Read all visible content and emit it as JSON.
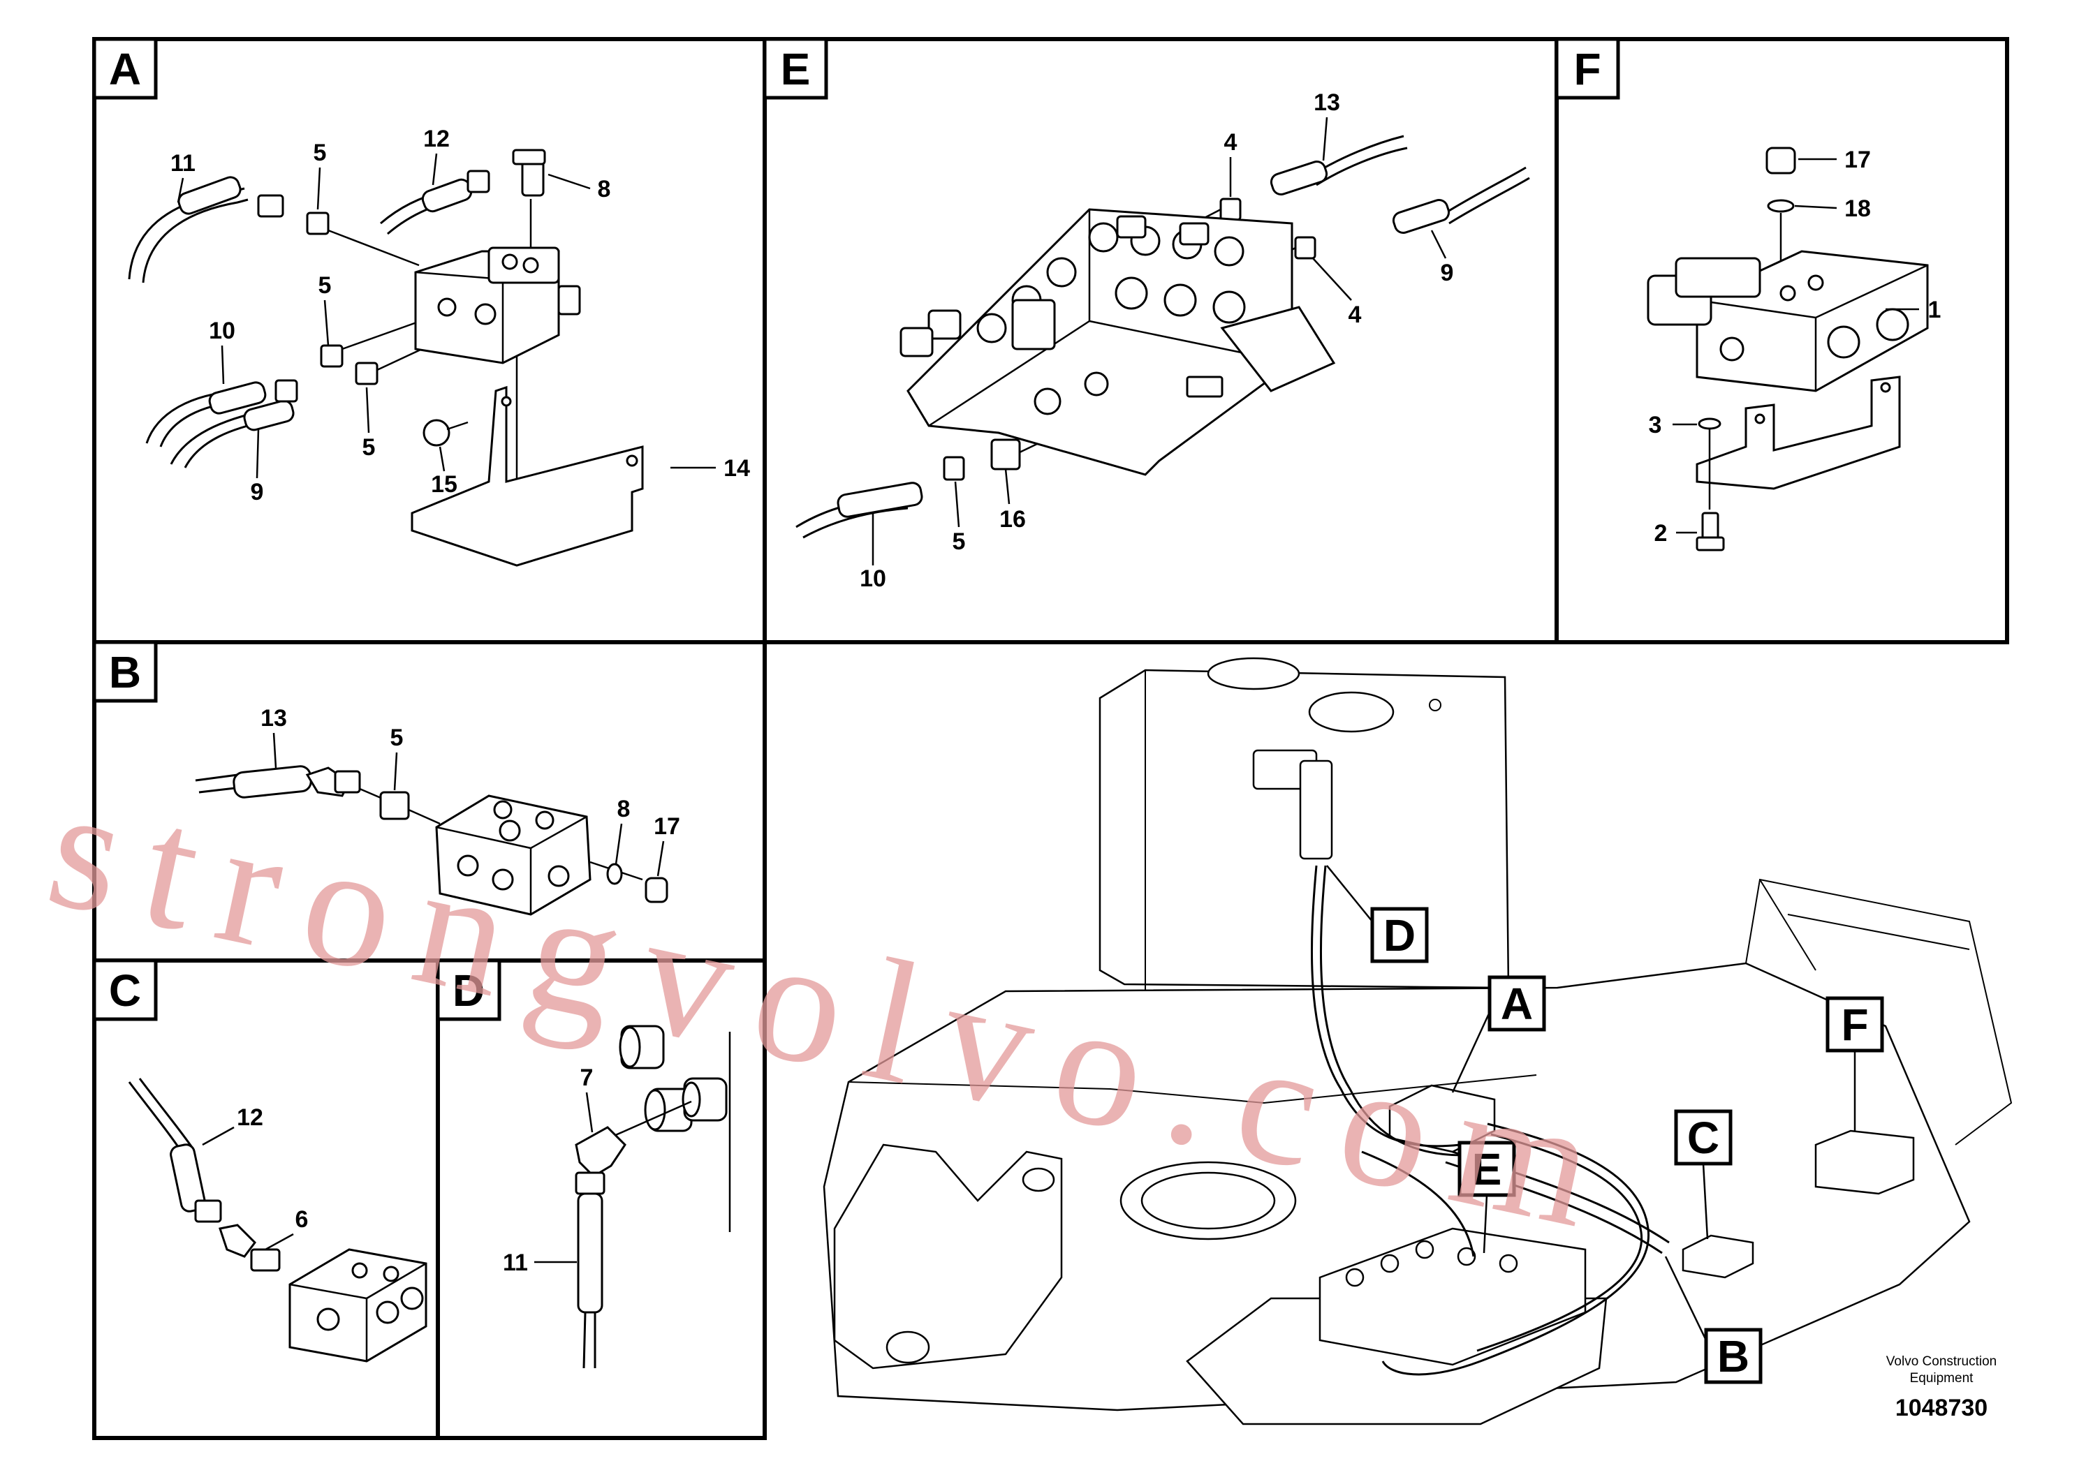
{
  "panels": [
    {
      "id": "A",
      "label": "A",
      "callouts": [
        "11",
        "5",
        "12",
        "8",
        "5",
        "10",
        "5",
        "9",
        "15",
        "14"
      ]
    },
    {
      "id": "E",
      "label": "E",
      "callouts": [
        "13",
        "4",
        "9",
        "4",
        "10",
        "5",
        "16"
      ]
    },
    {
      "id": "F",
      "label": "F",
      "callouts": [
        "17",
        "18",
        "1",
        "3",
        "2"
      ]
    },
    {
      "id": "B",
      "label": "B",
      "callouts": [
        "13",
        "5",
        "8",
        "17"
      ]
    },
    {
      "id": "C",
      "label": "C",
      "callouts": [
        "12",
        "6"
      ]
    },
    {
      "id": "D",
      "label": "D",
      "callouts": [
        "7",
        "11"
      ]
    }
  ],
  "overview_markers": [
    "D",
    "A",
    "F",
    "C",
    "E",
    "B"
  ],
  "footer": {
    "company_line1": "Volvo Construction",
    "company_line2": "Equipment",
    "drawing_number": "1048730"
  },
  "watermark": "strongvolvo.com"
}
